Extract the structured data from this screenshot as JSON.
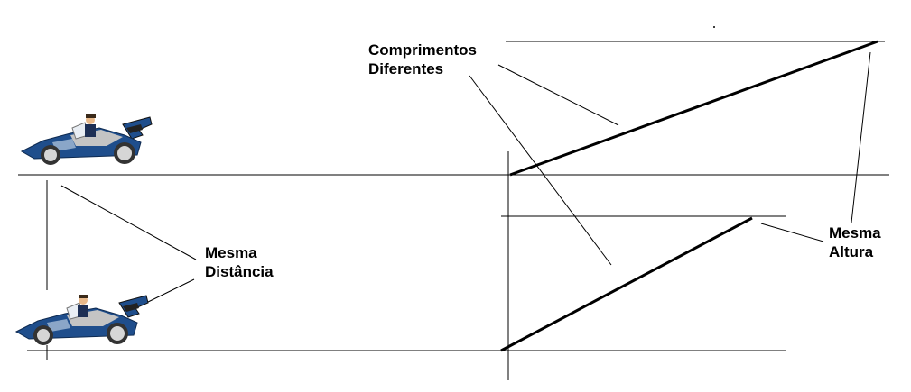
{
  "labels": {
    "comprimentos": {
      "line1": "Comprimentos",
      "line2": "Diferentes"
    },
    "mesma_distancia": {
      "line1": "Mesma",
      "line2": "Distância"
    },
    "mesma_altura": {
      "line1": "Mesma",
      "line2": "Altura"
    }
  },
  "colors": {
    "car_body": "#1f4e8c",
    "car_grey": "#bfbfbf",
    "car_dark": "#222222",
    "wheel": "#d6d6d6",
    "skin": "#e9b98a"
  }
}
